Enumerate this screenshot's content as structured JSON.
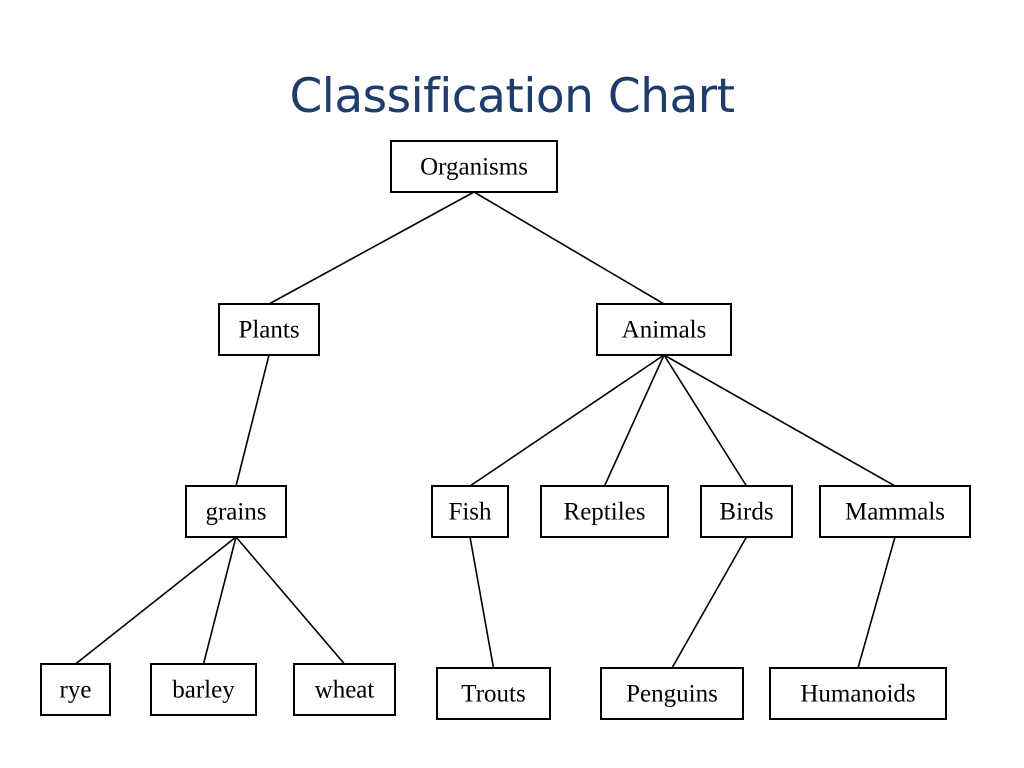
{
  "slide": {
    "title": "Classification Chart",
    "title_color": "#1f3d6b"
  },
  "tree": {
    "nodes": [
      {
        "id": "organisms",
        "label": "Organisms"
      },
      {
        "id": "plants",
        "label": "Plants"
      },
      {
        "id": "animals",
        "label": "Animals"
      },
      {
        "id": "grains",
        "label": "grains"
      },
      {
        "id": "fish",
        "label": "Fish"
      },
      {
        "id": "reptiles",
        "label": "Reptiles"
      },
      {
        "id": "birds",
        "label": "Birds"
      },
      {
        "id": "mammals",
        "label": "Mammals"
      },
      {
        "id": "rye",
        "label": "rye"
      },
      {
        "id": "barley",
        "label": "barley"
      },
      {
        "id": "wheat",
        "label": "wheat"
      },
      {
        "id": "trouts",
        "label": "Trouts"
      },
      {
        "id": "penguins",
        "label": "Penguins"
      },
      {
        "id": "humanoids",
        "label": "Humanoids"
      }
    ],
    "edges": [
      [
        "organisms",
        "plants"
      ],
      [
        "organisms",
        "animals"
      ],
      [
        "plants",
        "grains"
      ],
      [
        "animals",
        "fish"
      ],
      [
        "animals",
        "reptiles"
      ],
      [
        "animals",
        "birds"
      ],
      [
        "animals",
        "mammals"
      ],
      [
        "grains",
        "rye"
      ],
      [
        "grains",
        "barley"
      ],
      [
        "grains",
        "wheat"
      ],
      [
        "fish",
        "trouts"
      ],
      [
        "birds",
        "penguins"
      ],
      [
        "mammals",
        "humanoids"
      ]
    ]
  }
}
